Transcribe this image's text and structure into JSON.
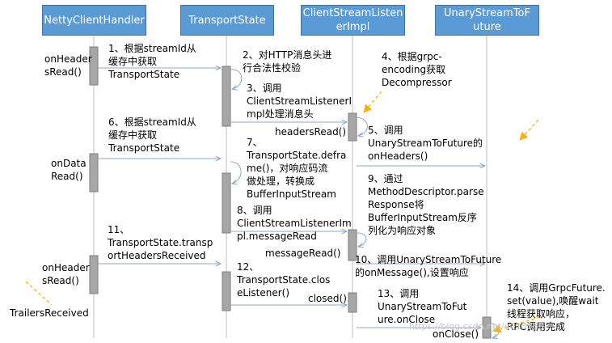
{
  "participants": [
    {
      "id": "netty",
      "label": "NettyClientHandler"
    },
    {
      "id": "transport",
      "label": "TransportState"
    },
    {
      "id": "listener",
      "label": "ClientStreamListen\nerImpl"
    },
    {
      "id": "unary",
      "label": "UnaryStreamToF\nuture"
    }
  ],
  "events": {
    "on_headers_read_1": "onHeader\nsRead()",
    "on_data_read": "onData\nRead()",
    "on_headers_read_2": "onHeader\nsRead()",
    "trailers_received": "TrailersReceived"
  },
  "steps": {
    "s1": "1、根据streamId从\n缓存中获取\nTransportState",
    "s2": "2、对HTTP消息头进\n行合法性校验",
    "s3": "3、调用\nClientStreamListenerI\nmpl处理消息头",
    "s4": "4、根据grpc-\nencoding获取\nDecompressor",
    "s5": "5、调用\nUnaryStreamToFuture的\nonHeaders()",
    "s6": "6、根据streamId从\n缓存中获取\nTransportState",
    "s7": "7、\nTransportState.defra\nme()，对响应码流\n做处理，转换成\nBufferInputStream",
    "s8": "8、调用\nClientStreamListenerIm\npl.messageRead",
    "s9": "9、通过\nMethodDescriptor.parse\nResponse将\nBufferInputStream反序\n列化为响应对象",
    "s10": "10、调用UnaryStreamToFuture\n的onMessage(),设置响应",
    "s11": "11、\nTransportState.transp\nortHeadersReceived",
    "s12": "12、\nTransportState.clos\neListener()",
    "s13": "13、调用\nUnaryStreamToFut\nure.onClose",
    "s14": "14、调用GrpcFuture.\nset(value),唤醒wait\n线程获取响应，\nRPC调用完成"
  },
  "calls": {
    "headers_read": "headersRead()",
    "message_read": "messageRead()",
    "closed": "closed()",
    "on_close": "onClose()"
  },
  "watermark": "https://blog.csdn.net/u013565",
  "colors": {
    "header_fill": "#5b9bd5",
    "activation": "#a6a6a6",
    "lifeline": "#bfbfbf",
    "arrow": "#8ea9c8",
    "callout": "#f5b30c"
  }
}
